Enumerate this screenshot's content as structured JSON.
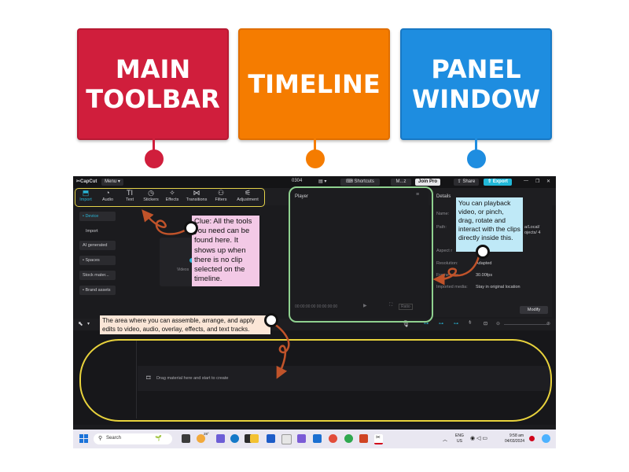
{
  "labels": [
    {
      "line1": "MAIN",
      "line2": "TOOLBAR",
      "color": "#d01e3c"
    },
    {
      "line1": "TIMELINE",
      "line2": "",
      "color": "#f57c00"
    },
    {
      "line1": "PANEL",
      "line2": "WINDOW",
      "color": "#1e8de0"
    }
  ],
  "app": {
    "logo": "CapCut",
    "menu": "Menu",
    "project_name": "0304",
    "shortcuts": "Shortcuts",
    "user": "M...z",
    "join_pro": "Join Pro",
    "share": "Share",
    "export": "Export",
    "toolbar": [
      {
        "label": "Import",
        "icon": "import-icon"
      },
      {
        "label": "Audio",
        "icon": "audio-icon"
      },
      {
        "label": "Text",
        "icon": "text-icon"
      },
      {
        "label": "Stickers",
        "icon": "stickers-icon"
      },
      {
        "label": "Effects",
        "icon": "effects-icon"
      },
      {
        "label": "Transitions",
        "icon": "transitions-icon"
      },
      {
        "label": "Filters",
        "icon": "filters-icon"
      },
      {
        "label": "Adjustment",
        "icon": "adjustment-icon"
      }
    ],
    "sidebar": [
      "• Device",
      "Import",
      "AI generated",
      "• Spaces",
      "Stock mater...",
      "• Brand assets"
    ],
    "media_hint": "Videos",
    "player_title": "Player",
    "player_time": "00:00:00:00  00:00:00:00",
    "player_ratio": "Ratio",
    "details": {
      "title": "Details",
      "rows": [
        {
          "label": "Name:",
          "value": ""
        },
        {
          "label": "Path:",
          "value": "a/Local/ ojects/ 4"
        },
        {
          "label": "Aspect r",
          "value": ""
        },
        {
          "label": "Resolution:",
          "value": "Adapted"
        },
        {
          "label": "Frame rate:",
          "value": "30.00fps"
        },
        {
          "label": "Imported media:",
          "value": "Stay in original location"
        }
      ],
      "modify": "Modify"
    },
    "timeline_hint": "Drag material here and start to create",
    "taskbar": {
      "search": "Search",
      "temp": "28°",
      "lang1": "ENG",
      "lang2": "US",
      "time": "9:58 am",
      "date": "04/03/2024"
    }
  },
  "callouts": {
    "toolbar": "Clue: All the tools you need can be found here. It shows up when there is no clip selected on the timeline.",
    "player": "You can playback video, or pinch, drag, rotate and interact with the clips directly inside this.",
    "timeline": "The area where you can assemble, arrange, and apply edits to video, audio, overlay, effects, and text tracks."
  },
  "colors": {
    "toolbar_outline": "#e5d34a",
    "player_outline": "#8fd18f",
    "timeline_outline": "#e8d23c",
    "arrow": "#c0532a",
    "callout_pink": "#f3c9e6",
    "callout_blue": "#bfe9f7",
    "callout_peach": "#fbe6d7",
    "accent": "#29b5d6"
  }
}
